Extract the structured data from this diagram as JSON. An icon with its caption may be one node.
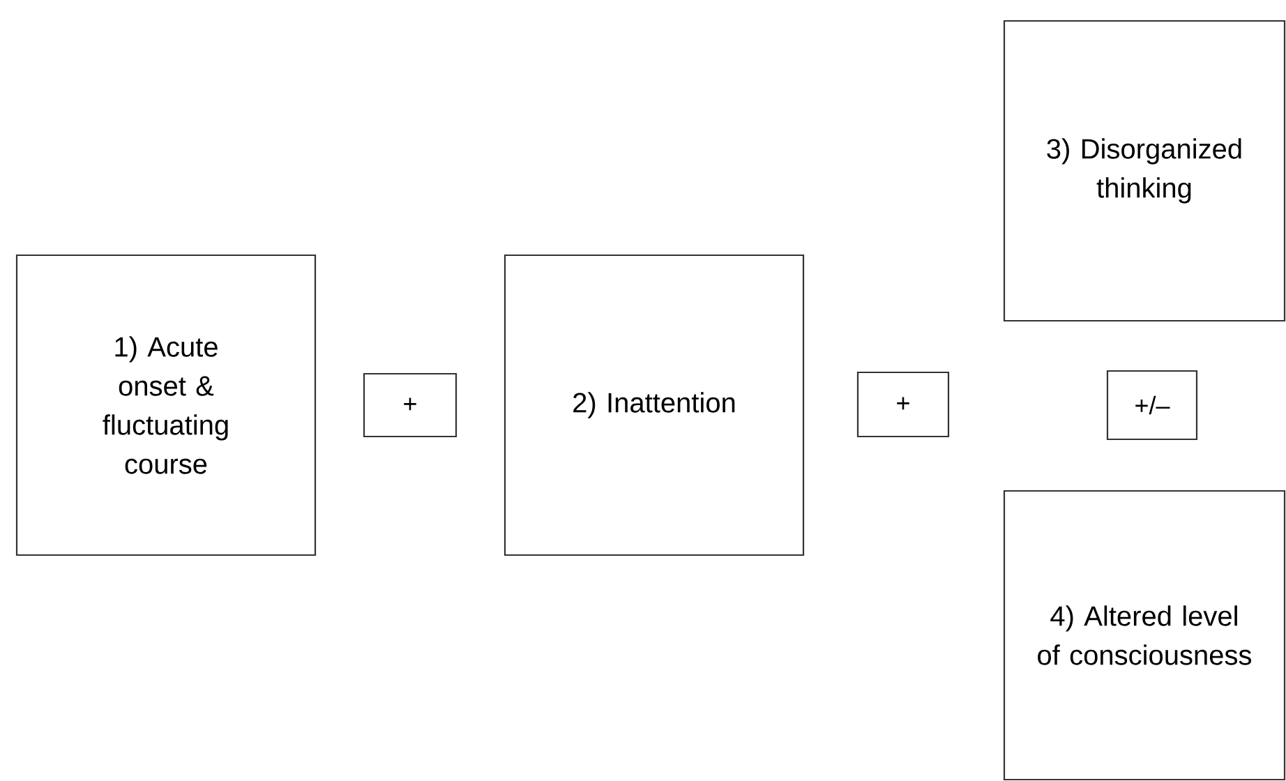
{
  "diagram": {
    "nodes": [
      {
        "text": [
          "1) Acute onset & fluctuating course"
        ]
      },
      {
        "text": [
          "+"
        ]
      },
      {
        "text": [
          "2) Inattention"
        ]
      },
      {
        "text": [
          "+"
        ]
      },
      {
        "text": [
          "3) Disorganized thinking"
        ]
      },
      {
        "text": [
          "+/–"
        ]
      },
      {
        "text": [
          "4) Altered level of consciousness"
        ]
      }
    ]
  }
}
